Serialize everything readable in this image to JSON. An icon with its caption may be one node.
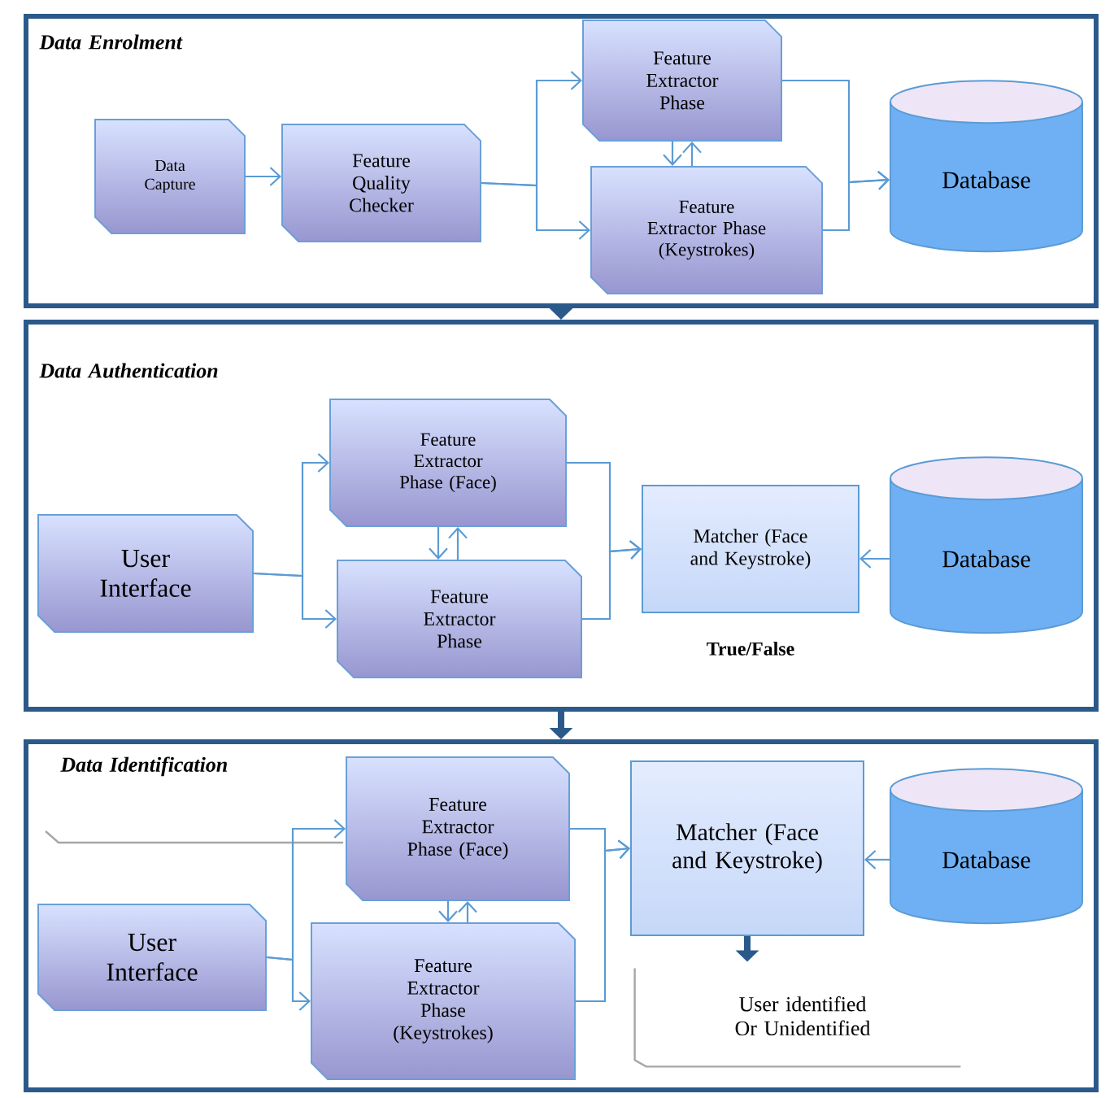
{
  "diagram": {
    "nodes": [
      {
        "text": [
          "Data Enrolment"
        ]
      },
      {
        "text": [
          "Data Capture"
        ],
        "in": 0
      },
      {
        "text": [
          "Feature Quality Checker"
        ],
        "in": 0
      },
      {
        "text": [
          "Feature Extractor Phase"
        ],
        "in": 0
      },
      {
        "text": [
          "Feature Extractor Phase (Keystrokes)"
        ],
        "in": 0
      },
      {
        "text": [
          "Database"
        ],
        "in": 0
      },
      {
        "text": [
          "Data Authentication"
        ]
      },
      {
        "text": [
          "User Interface"
        ],
        "in": 6
      },
      {
        "text": [
          "Feature Extractor Phase (Face)"
        ],
        "in": 6
      },
      {
        "text": [
          "Feature Extractor Phase"
        ],
        "in": 6
      },
      {
        "text": [
          "Matcher (Face and Keystroke)"
        ],
        "in": 6,
        "beside": [
          "True/False"
        ]
      },
      {
        "text": [
          "Database"
        ],
        "in": 6
      },
      {
        "text": [
          "Data Identification"
        ]
      },
      {
        "text": [
          "Feature Extractor Phase (Face)"
        ],
        "in": 12
      },
      {
        "text": [
          "User Interface"
        ],
        "in": 12
      },
      {
        "text": [
          "Feature Extractor Phase (Keystrokes)"
        ],
        "in": 12
      },
      {
        "text": [
          "Matcher (Face and Keystroke)"
        ],
        "in": 12
      },
      {
        "text": [
          "Database"
        ],
        "in": 12
      },
      {
        "text": [
          "User identified Or Unidentified"
        ],
        "in": 12
      }
    ],
    "edges": [
      {
        "from": 0,
        "to": 6,
        "arrow": "to",
        "style": "thick",
        "color": "#2b5a8a"
      },
      {
        "from": 6,
        "to": 12,
        "arrow": "to",
        "style": "thick",
        "color": "#2b5a8a"
      },
      {
        "from": 1,
        "to": 2,
        "arrow": "to"
      },
      {
        "from": 2,
        "to": 3,
        "arrow": "to"
      },
      {
        "from": 2,
        "to": 4,
        "arrow": "to"
      },
      {
        "from": 3,
        "to": 4,
        "arrow": "to"
      },
      {
        "from": 4,
        "to": 3,
        "arrow": "to"
      },
      {
        "from": 3,
        "to": 5,
        "arrow": "to"
      },
      {
        "from": 4,
        "to": 5,
        "arrow": "to"
      },
      {
        "from": 7,
        "to": 8,
        "arrow": "to"
      },
      {
        "from": 7,
        "to": 9,
        "arrow": "to"
      },
      {
        "from": 8,
        "to": 9,
        "arrow": "to"
      },
      {
        "from": 9,
        "to": 8,
        "arrow": "to"
      },
      {
        "from": 8,
        "to": 10,
        "arrow": "to"
      },
      {
        "from": 9,
        "to": 10,
        "arrow": "to"
      },
      {
        "from": 11,
        "to": 10,
        "arrow": "to"
      },
      {
        "from": 14,
        "to": 13,
        "arrow": "to"
      },
      {
        "from": 14,
        "to": 15,
        "arrow": "to"
      },
      {
        "from": 13,
        "to": 15,
        "arrow": "to"
      },
      {
        "from": 15,
        "to": 13,
        "arrow": "to"
      },
      {
        "from": 13,
        "to": 16,
        "arrow": "to"
      },
      {
        "from": 15,
        "to": 16,
        "arrow": "to"
      },
      {
        "from": 17,
        "to": 16,
        "arrow": "to"
      },
      {
        "from": 16,
        "to": 18,
        "arrow": "to",
        "style": "thick",
        "color": "#2b5a8a"
      }
    ]
  }
}
